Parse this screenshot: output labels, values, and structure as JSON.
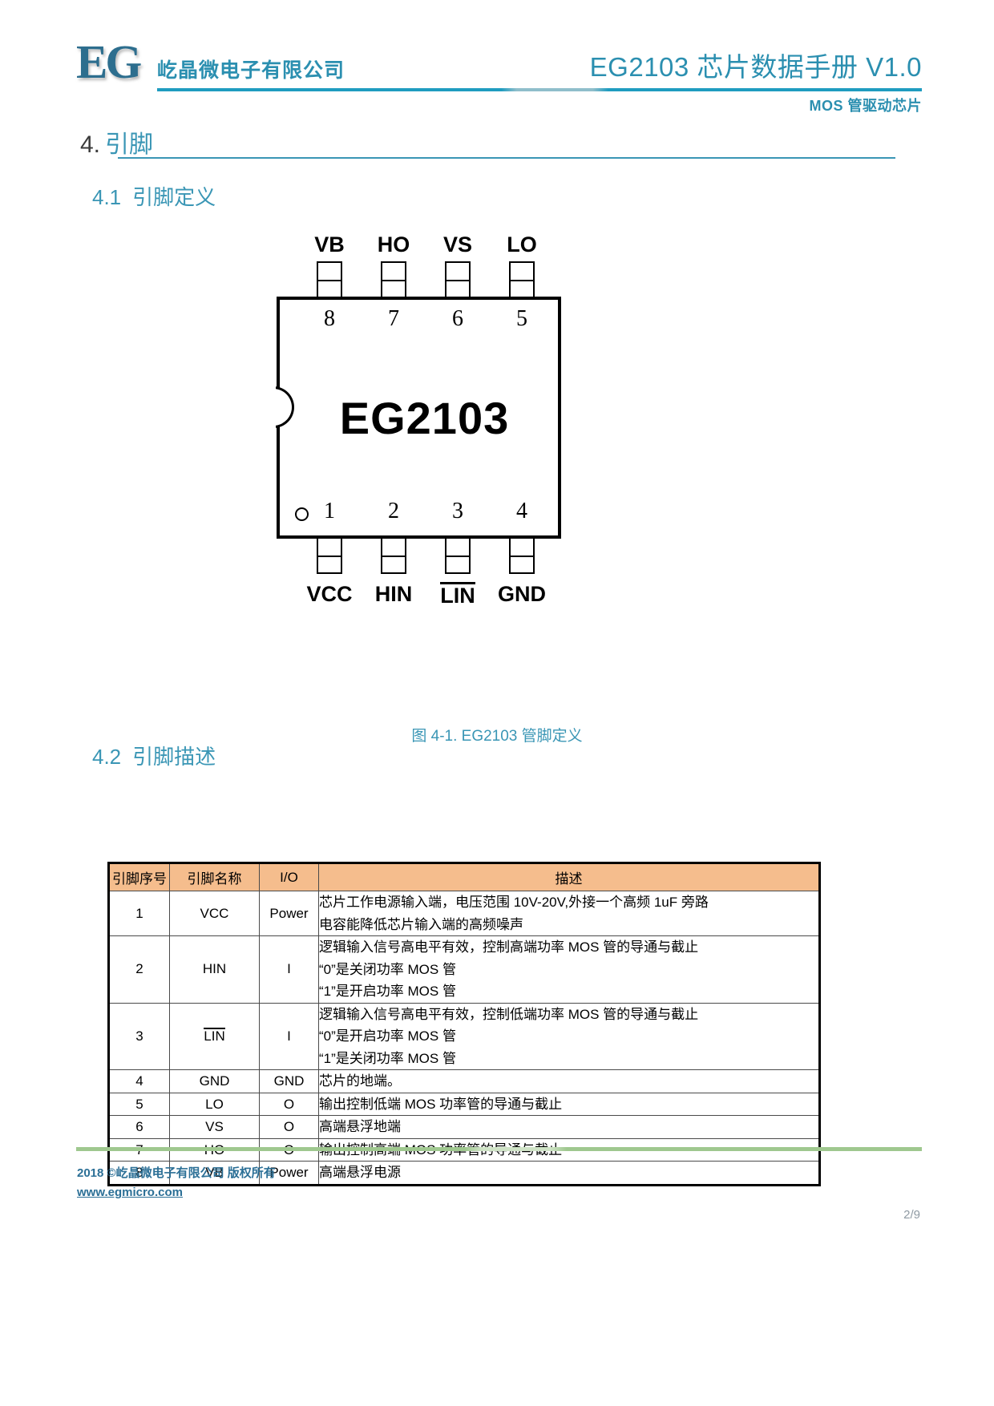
{
  "header": {
    "logo_mark": "EG",
    "company": "屹晶微电子有限公司",
    "doc_title": "EG2103 芯片数据手册 V1.0",
    "doc_subtitle": "MOS 管驱动芯片",
    "accent_color": "#2b8fb0"
  },
  "section": {
    "number": "4.",
    "title": "引脚"
  },
  "sub_41": {
    "number": "4.1",
    "title": "引脚定义"
  },
  "sub_42": {
    "number": "4.2",
    "title": "引脚描述"
  },
  "diagram": {
    "chip_name": "EG2103",
    "top_pins": [
      {
        "label": "VB",
        "number": "8"
      },
      {
        "label": "HO",
        "number": "7"
      },
      {
        "label": "VS",
        "number": "6"
      },
      {
        "label": "LO",
        "number": "5"
      }
    ],
    "bottom_pins": [
      {
        "label": "VCC",
        "number": "1",
        "overline": false
      },
      {
        "label": "HIN",
        "number": "2",
        "overline": false
      },
      {
        "label": "LIN",
        "number": "3",
        "overline": true
      },
      {
        "label": "GND",
        "number": "4",
        "overline": false
      }
    ],
    "caption": "图 4-1. EG2103 管脚定义"
  },
  "table": {
    "headers": [
      "引脚序号",
      "引脚名称",
      "I/O",
      "描述"
    ],
    "header_bg": "#f5bd8d",
    "rows": [
      {
        "no": "1",
        "name": "VCC",
        "io": "Power",
        "desc_lines": [
          "芯片工作电源输入端，电压范围 10V-20V,外接一个高频 1uF 旁路",
          "电容能降低芯片输入端的高频噪声"
        ]
      },
      {
        "no": "2",
        "name": "HIN",
        "io": "I",
        "desc_lines": [
          "逻辑输入信号高电平有效，控制高端功率 MOS 管的导通与截止",
          "“0”是关闭功率 MOS 管",
          "“1”是开启功率 MOS 管"
        ]
      },
      {
        "no": "3",
        "name": "LIN",
        "name_overline": true,
        "io": "I",
        "desc_lines": [
          "逻辑输入信号高电平有效，控制低端功率 MOS 管的导通与截止",
          "“0”是开启功率 MOS 管",
          "“1”是关闭功率 MOS 管"
        ]
      },
      {
        "no": "4",
        "name": "GND",
        "io": "GND",
        "desc_lines": [
          "芯片的地端。"
        ]
      },
      {
        "no": "5",
        "name": "LO",
        "io": "O",
        "desc_lines": [
          "输出控制低端 MOS 功率管的导通与截止"
        ]
      },
      {
        "no": "6",
        "name": "VS",
        "io": "O",
        "desc_lines": [
          "高端悬浮地端"
        ]
      },
      {
        "no": "7",
        "name": "HO",
        "io": "O",
        "desc_lines": [
          "输出控制高端 MOS 功率管的导通与截止"
        ]
      },
      {
        "no": "8",
        "name": "VB",
        "io": "Power",
        "desc_lines": [
          "高端悬浮电源"
        ]
      }
    ]
  },
  "footer": {
    "copyright": "2018 ©屹晶微电子有限公司  版权所有",
    "website": "www.egmicro.com",
    "page_number": "2/9"
  }
}
